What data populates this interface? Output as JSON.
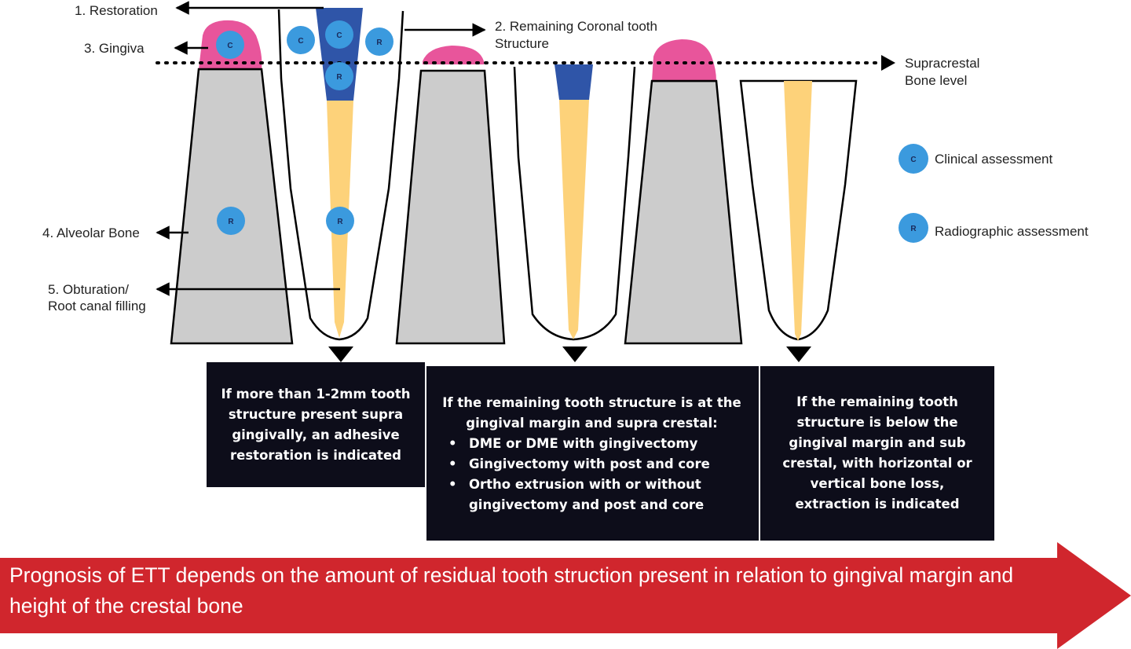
{
  "labels": {
    "restoration": "1. Restoration",
    "remaining_coronal_line1": "2. Remaining Coronal tooth",
    "remaining_coronal_line2": "Structure",
    "gingiva": "3. Gingiva",
    "alveolar_bone": "4. Alveolar Bone",
    "obturation_line1": "5. Obturation/",
    "obturation_line2": "Root canal filling",
    "supracrestal_line1": "Supracrestal",
    "supracrestal_line2": "Bone level"
  },
  "markers": {
    "clinical": "C",
    "radiographic": "R"
  },
  "legend": {
    "clinical": "Clinical assessment",
    "radiographic": "Radiographic assessment"
  },
  "boxes": {
    "box1": "If more than 1-2mm tooth structure present supra gingivally, an adhesive restoration is indicated",
    "box2": {
      "intro": "If the remaining tooth structure is at the gingival margin and supra crestal:",
      "bullets": [
        "DME or DME with gingivectomy",
        "Gingivectomy with post and core",
        "Ortho extrusion with or without gingivectomy and post and core"
      ]
    },
    "box3": "If the remaining tooth structure is below the gingival margin and sub crestal, with horizontal or vertical bone loss, extraction is indicated"
  },
  "banner": {
    "text": "Prognosis of ETT depends on the amount of residual tooth struction present in relation to gingival margin and height of the crestal bone"
  },
  "colors": {
    "bone_gray": "#cccccc",
    "gingiva_pink": "#e8559b",
    "restoration_blue": "#2f55a8",
    "filling_yellow": "#fdd27a",
    "marker_blue": "#3b9ade",
    "box_black": "#0d0d1a",
    "banner_red": "#d0262d"
  }
}
